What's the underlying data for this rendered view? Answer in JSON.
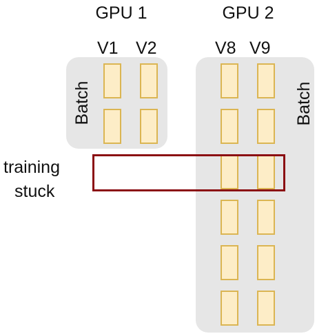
{
  "gpus": [
    {
      "title": "GPU 1",
      "versions": [
        "V1",
        "V2"
      ],
      "batch_label": "Batch"
    },
    {
      "title": "GPU 2",
      "versions": [
        "V8",
        "V9"
      ],
      "batch_label": "Batch"
    }
  ],
  "annotation": {
    "line1": "training",
    "line2": "stuck"
  },
  "colors": {
    "panel": "#e6e6e6",
    "cell_fill": "#fdedc7",
    "cell_border": "#dbb552",
    "highlight_border": "#8b0d12"
  }
}
